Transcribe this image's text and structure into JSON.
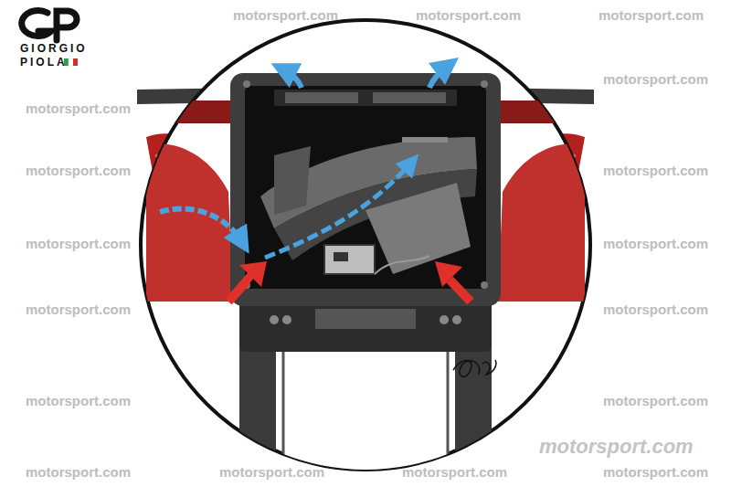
{
  "diagram": {
    "labels": [
      "GIORGIO",
      "PIOLA",
      "motorsport.com",
      "motorsport.com",
      "motorsport.com",
      "motorsport.com",
      "motorsport.com",
      "motorsport.com",
      "motorsport.com",
      "motorsport.com",
      "motorsport.com",
      "motorsport.com",
      "motorsport.com",
      "motorsport.com",
      "motorsport.com",
      "motorsport.com",
      "motorsport.com",
      "motorsport.com",
      "motorsport.com",
      "motorsport.com"
    ]
  }
}
